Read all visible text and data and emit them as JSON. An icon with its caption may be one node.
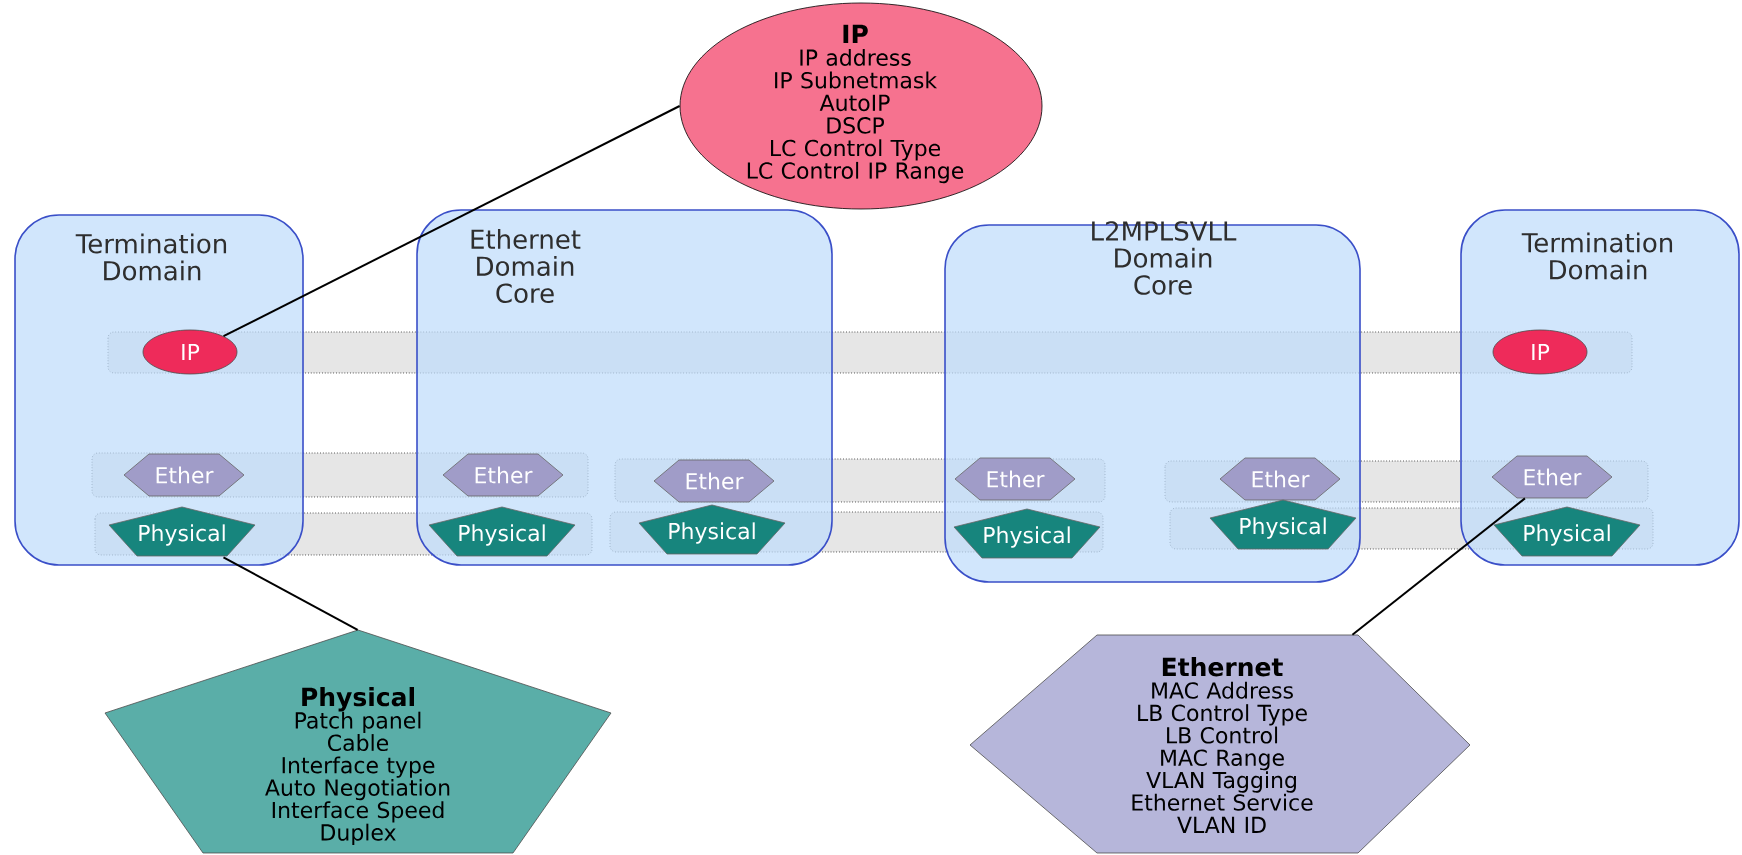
{
  "diagram": {
    "nodes": [
      {
        "text": [
          "IP",
          "IP address",
          "IP Subnetmask",
          "AutoIP",
          "DSCP",
          "LC Control Type",
          "LC Control IP Range"
        ]
      },
      {
        "text": [
          "Termination Domain"
        ]
      },
      {
        "text": [
          "IP"
        ],
        "in": 1
      },
      {
        "text": [
          "Ether"
        ],
        "in": 1
      },
      {
        "text": [
          "Physical"
        ],
        "in": 1
      },
      {
        "text": [
          "Ethernet Domain Core"
        ]
      },
      {
        "text": [
          "Ether"
        ],
        "in": 5
      },
      {
        "text": [
          "Physical"
        ],
        "in": 5
      },
      {
        "text": [
          "Ether"
        ],
        "in": 5
      },
      {
        "text": [
          "Physical"
        ],
        "in": 5
      },
      {
        "text": [
          "L2MPLSVLL Domain Core"
        ]
      },
      {
        "text": [
          "Ether"
        ],
        "in": 10
      },
      {
        "text": [
          "Physical"
        ],
        "in": 10
      },
      {
        "text": [
          "Ether"
        ],
        "in": 10
      },
      {
        "text": [
          "Physical"
        ],
        "in": 10
      },
      {
        "text": [
          "Termination Domain"
        ]
      },
      {
        "text": [
          "IP"
        ],
        "in": 15
      },
      {
        "text": [
          "Ether"
        ],
        "in": 15
      },
      {
        "text": [
          "Physical"
        ],
        "in": 15
      },
      {
        "text": [
          "Physical",
          "Patch panel",
          "Cable",
          "Interface type",
          "Auto Negotiation",
          "Interface Speed",
          "Duplex"
        ]
      },
      {
        "text": [
          "Ethernet",
          "MAC Address",
          "LB Control Type",
          "LB Control MAC Range",
          "VLAN Tagging",
          "Ethernet Service",
          "VLAN ID"
        ]
      }
    ],
    "edges": [
      {
        "from": 2,
        "to": 0,
        "arrow": "none"
      },
      {
        "from": 4,
        "to": 19,
        "arrow": "none"
      },
      {
        "from": 17,
        "to": 20,
        "arrow": "none"
      }
    ]
  }
}
